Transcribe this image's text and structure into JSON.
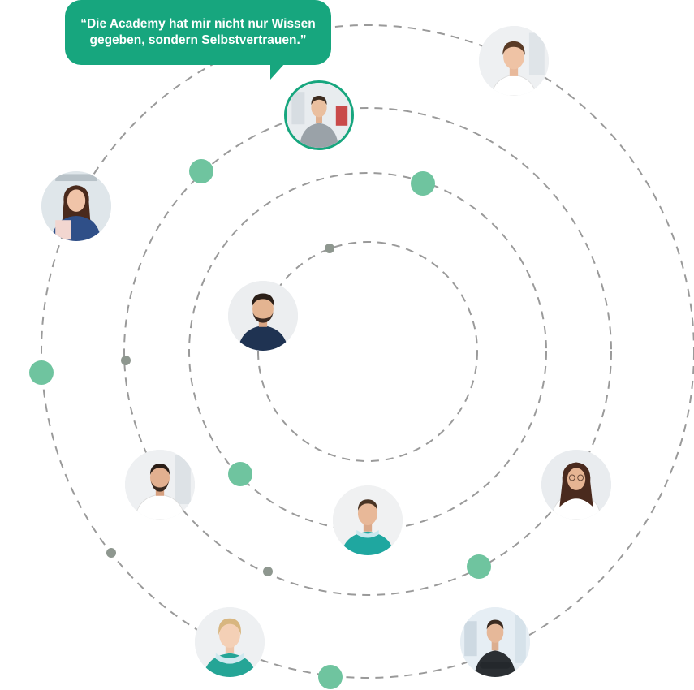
{
  "theme": {
    "accent": "#17a67e",
    "dot_green": "#6fc49f",
    "dot_gray": "#8e978f",
    "orbit_stroke": "#9a9a9a"
  },
  "testimonial": {
    "quote": "“Die Academy hat mir nicht nur Wissen\ngegeben, sondern Selbstvertrauen.”"
  },
  "people": [
    {
      "id": "person-top-right",
      "icon": "woman-portrait",
      "active": false
    },
    {
      "id": "person-speaking",
      "icon": "man-portrait",
      "active": true
    },
    {
      "id": "person-left-top",
      "icon": "woman-portrait",
      "active": false
    },
    {
      "id": "person-center",
      "icon": "man-portrait",
      "active": false
    },
    {
      "id": "person-left-middle",
      "icon": "man-portrait",
      "active": false
    },
    {
      "id": "person-bottom-center",
      "icon": "man-portrait",
      "active": false
    },
    {
      "id": "person-right-middle",
      "icon": "woman-portrait",
      "active": false
    },
    {
      "id": "person-bottom-left",
      "icon": "woman-portrait",
      "active": false
    },
    {
      "id": "person-bottom-right",
      "icon": "man-portrait",
      "active": false
    }
  ]
}
